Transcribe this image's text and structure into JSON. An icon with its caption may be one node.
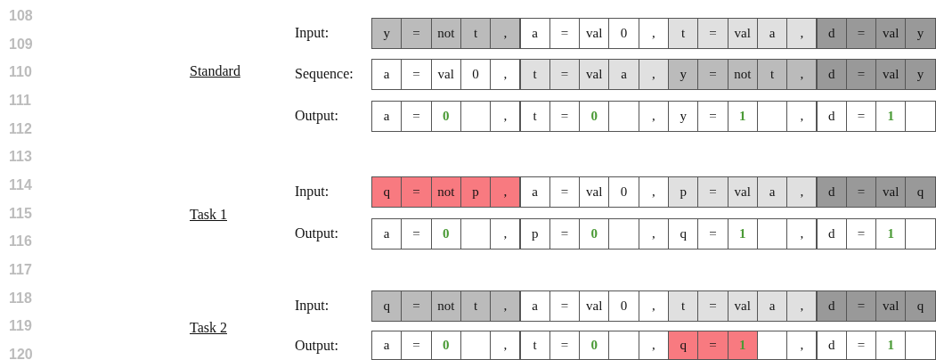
{
  "diagram": {
    "nodes": [
      {
        "text": [
          "Input:"
        ]
      },
      {
        "text": [
          "y"
        ],
        "in": 0
      },
      {
        "text": [
          "="
        ],
        "in": 0
      },
      {
        "text": [
          "not"
        ],
        "in": 0
      },
      {
        "text": [
          "t"
        ],
        "in": 0
      },
      {
        "text": [
          ","
        ],
        "in": 0
      },
      {
        "text": [
          "a"
        ],
        "in": 0
      },
      {
        "text": [
          "="
        ],
        "in": 0
      },
      {
        "text": [
          "val"
        ],
        "in": 0
      },
      {
        "text": [
          "0"
        ],
        "in": 0
      },
      {
        "text": [
          ","
        ],
        "in": 0
      },
      {
        "text": [
          "t"
        ],
        "in": 0
      },
      {
        "text": [
          "="
        ],
        "in": 0
      },
      {
        "text": [
          "val"
        ],
        "in": 0
      },
      {
        "text": [
          "a"
        ],
        "in": 0
      },
      {
        "text": [
          ","
        ],
        "in": 0
      },
      {
        "text": [
          "d"
        ],
        "in": 0
      },
      {
        "text": [
          "="
        ],
        "in": 0
      },
      {
        "text": [
          "val"
        ],
        "in": 0
      },
      {
        "text": [
          "y"
        ],
        "in": 0
      },
      {
        "text": [
          "Sequence:"
        ]
      },
      {
        "text": [
          "a"
        ],
        "in": 20
      },
      {
        "text": [
          "="
        ],
        "in": 20
      },
      {
        "text": [
          "val"
        ],
        "in": 20
      },
      {
        "text": [
          "0"
        ],
        "in": 20
      },
      {
        "text": [
          ","
        ],
        "in": 20
      },
      {
        "text": [
          "t"
        ],
        "in": 20
      },
      {
        "text": [
          "="
        ],
        "in": 20
      },
      {
        "text": [
          "val"
        ],
        "in": 20
      },
      {
        "text": [
          "a"
        ],
        "in": 20
      },
      {
        "text": [
          ","
        ],
        "in": 20
      },
      {
        "text": [
          "y"
        ],
        "in": 20
      },
      {
        "text": [
          "="
        ],
        "in": 20
      },
      {
        "text": [
          "not"
        ],
        "in": 20
      },
      {
        "text": [
          "t"
        ],
        "in": 20
      },
      {
        "text": [
          ","
        ],
        "in": 20
      },
      {
        "text": [
          "d"
        ],
        "in": 20
      },
      {
        "text": [
          "="
        ],
        "in": 20
      },
      {
        "text": [
          "val"
        ],
        "in": 20
      },
      {
        "text": [
          "y"
        ],
        "in": 20
      },
      {
        "text": [
          "Output:"
        ]
      },
      {
        "text": [
          "a"
        ],
        "in": 40
      },
      {
        "text": [
          "="
        ],
        "in": 40
      },
      {
        "text": [
          "0"
        ],
        "in": 40
      },
      {
        "text": [],
        "shape": "box",
        "in": 40
      },
      {
        "text": [
          ","
        ],
        "in": 40
      },
      {
        "text": [
          "t"
        ],
        "in": 40
      },
      {
        "text": [
          "="
        ],
        "in": 40
      },
      {
        "text": [
          "0"
        ],
        "in": 40
      },
      {
        "text": [],
        "shape": "box",
        "in": 40
      },
      {
        "text": [
          ","
        ],
        "in": 40
      },
      {
        "text": [
          "y"
        ],
        "in": 40
      },
      {
        "text": [
          "="
        ],
        "in": 40
      },
      {
        "text": [
          "1"
        ],
        "in": 40
      },
      {
        "text": [],
        "shape": "box",
        "in": 40
      },
      {
        "text": [
          ","
        ],
        "in": 40
      },
      {
        "text": [
          "d"
        ],
        "in": 40
      },
      {
        "text": [
          "="
        ],
        "in": 40
      },
      {
        "text": [
          "1"
        ],
        "in": 40
      },
      {
        "text": [],
        "shape": "box",
        "in": 40
      },
      {
        "text": [
          "Input:"
        ]
      },
      {
        "text": [
          "q"
        ],
        "in": 60
      },
      {
        "text": [
          "="
        ],
        "in": 60
      },
      {
        "text": [
          "not"
        ],
        "in": 60
      },
      {
        "text": [
          "p"
        ],
        "in": 60
      },
      {
        "text": [
          ","
        ],
        "in": 60
      },
      {
        "text": [
          "a"
        ],
        "in": 60
      },
      {
        "text": [
          "="
        ],
        "in": 60
      },
      {
        "text": [
          "val"
        ],
        "in": 60
      },
      {
        "text": [
          "0"
        ],
        "in": 60
      },
      {
        "text": [
          ","
        ],
        "in": 60
      },
      {
        "text": [
          "p"
        ],
        "in": 60
      },
      {
        "text": [
          "="
        ],
        "in": 60
      },
      {
        "text": [
          "val"
        ],
        "in": 60
      },
      {
        "text": [
          "a"
        ],
        "in": 60
      },
      {
        "text": [
          ","
        ],
        "in": 60
      },
      {
        "text": [
          "d"
        ],
        "in": 60
      },
      {
        "text": [
          "="
        ],
        "in": 60
      },
      {
        "text": [
          "val"
        ],
        "in": 60
      },
      {
        "text": [
          "q"
        ],
        "in": 60
      },
      {
        "text": [
          "Output:"
        ]
      },
      {
        "text": [
          "a"
        ],
        "in": 80
      },
      {
        "text": [
          "="
        ],
        "in": 80
      },
      {
        "text": [
          "0"
        ],
        "in": 80
      },
      {
        "text": [],
        "shape": "box",
        "in": 80
      },
      {
        "text": [
          ","
        ],
        "in": 80
      },
      {
        "text": [
          "p"
        ],
        "in": 80
      },
      {
        "text": [
          "="
        ],
        "in": 80
      },
      {
        "text": [
          "0"
        ],
        "in": 80
      },
      {
        "text": [],
        "shape": "box",
        "in": 80
      },
      {
        "text": [
          ","
        ],
        "in": 80
      },
      {
        "text": [
          "q"
        ],
        "in": 80
      },
      {
        "text": [
          "="
        ],
        "in": 80
      },
      {
        "text": [
          "1"
        ],
        "in": 80
      },
      {
        "text": [],
        "shape": "box",
        "in": 80
      },
      {
        "text": [
          ","
        ],
        "in": 80
      },
      {
        "text": [
          "d"
        ],
        "in": 80
      },
      {
        "text": [
          "="
        ],
        "in": 80
      },
      {
        "text": [
          "1"
        ],
        "in": 80
      },
      {
        "text": [],
        "shape": "box",
        "in": 80
      },
      {
        "text": [
          "Input:"
        ]
      },
      {
        "text": [
          "q"
        ],
        "in": 100
      },
      {
        "text": [
          "="
        ],
        "in": 100
      },
      {
        "text": [
          "not"
        ],
        "in": 100
      },
      {
        "text": [
          "t"
        ],
        "in": 100
      },
      {
        "text": [
          ","
        ],
        "in": 100
      },
      {
        "text": [
          "a"
        ],
        "in": 100
      },
      {
        "text": [
          "="
        ],
        "in": 100
      },
      {
        "text": [
          "val"
        ],
        "in": 100
      },
      {
        "text": [
          "0"
        ],
        "in": 100
      },
      {
        "text": [
          ","
        ],
        "in": 100
      },
      {
        "text": [
          "t"
        ],
        "in": 100
      },
      {
        "text": [
          "="
        ],
        "in": 100
      },
      {
        "text": [
          "val"
        ],
        "in": 100
      },
      {
        "text": [
          "a"
        ],
        "in": 100
      },
      {
        "text": [
          ","
        ],
        "in": 100
      },
      {
        "text": [
          "d"
        ],
        "in": 100
      },
      {
        "text": [
          "="
        ],
        "in": 100
      },
      {
        "text": [
          "val"
        ],
        "in": 100
      },
      {
        "text": [
          "q"
        ],
        "in": 100
      },
      {
        "text": [
          "Output:"
        ]
      },
      {
        "text": [
          "a"
        ],
        "in": 120
      },
      {
        "text": [
          "="
        ],
        "in": 120
      },
      {
        "text": [
          "0"
        ],
        "in": 120
      },
      {
        "text": [],
        "shape": "box",
        "in": 120
      },
      {
        "text": [
          ","
        ],
        "in": 120
      },
      {
        "text": [
          "t"
        ],
        "in": 120
      },
      {
        "text": [
          "="
        ],
        "in": 120
      },
      {
        "text": [
          "0"
        ],
        "in": 120
      },
      {
        "text": [],
        "shape": "box",
        "in": 120
      },
      {
        "text": [
          ","
        ],
        "in": 120
      },
      {
        "text": [
          "q"
        ],
        "in": 120
      },
      {
        "text": [
          "="
        ],
        "in": 120
      },
      {
        "text": [
          "1"
        ],
        "in": 120
      },
      {
        "text": [],
        "shape": "box",
        "in": 120
      },
      {
        "text": [
          ","
        ],
        "in": 120
      },
      {
        "text": [
          "d"
        ],
        "in": 120
      },
      {
        "text": [
          "="
        ],
        "in": 120
      },
      {
        "text": [
          "1"
        ],
        "in": 120
      },
      {
        "text": [],
        "shape": "box",
        "in": 120
      }
    ],
    "labels": [
      "108",
      "109",
      "110",
      "Standard",
      "111",
      "112",
      "113",
      "114",
      "115",
      "Task 1",
      "116",
      "117",
      "118",
      "119",
      "Task 2",
      "120"
    ]
  }
}
